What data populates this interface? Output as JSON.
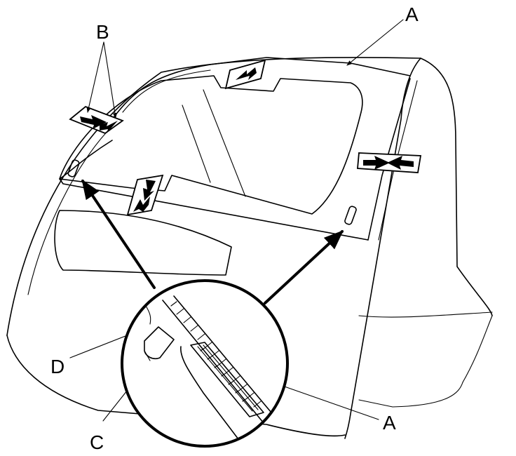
{
  "labels": {
    "a_top": "A",
    "b": "B",
    "d": "D",
    "c": "C",
    "a_bottom": "A"
  },
  "colors": {
    "stroke": "#000000",
    "background": "#ffffff"
  }
}
